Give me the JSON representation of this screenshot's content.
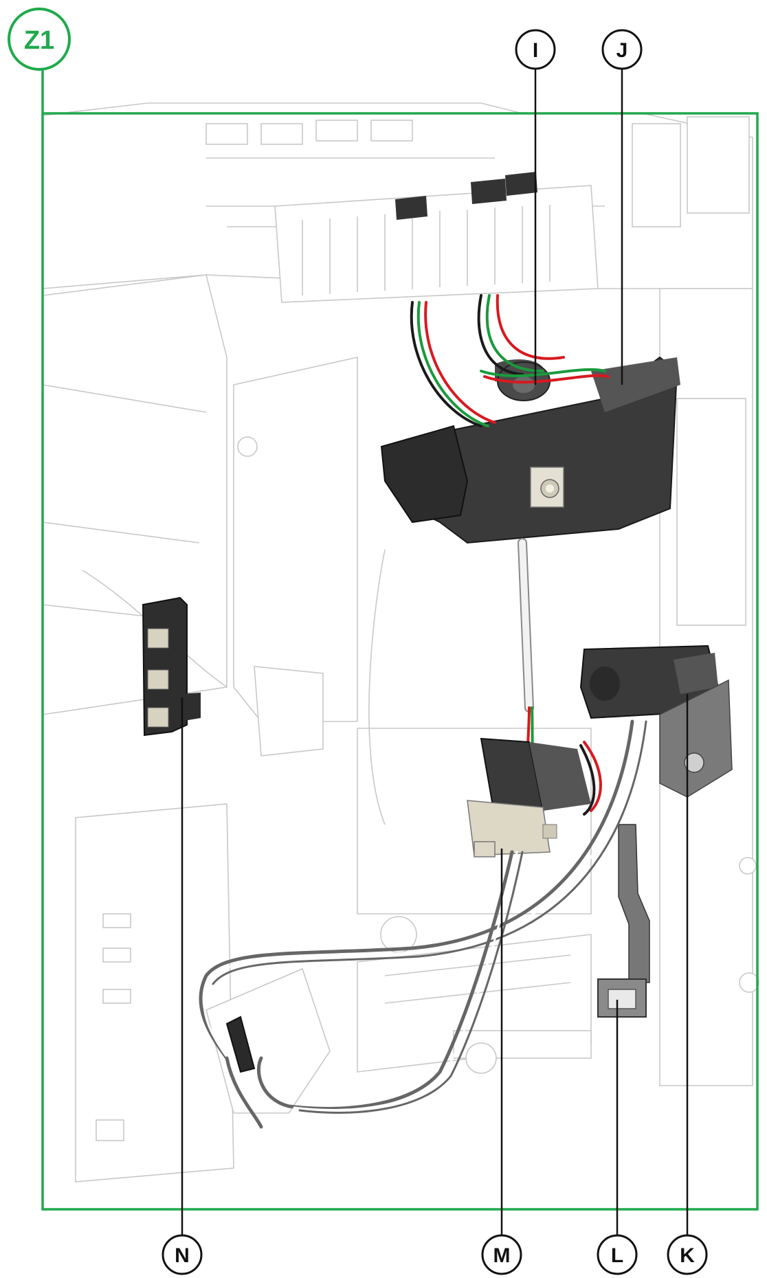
{
  "zone": {
    "label": "Z1",
    "color": "#1faa4b"
  },
  "callouts": [
    {
      "id": "I",
      "label": "I"
    },
    {
      "id": "J",
      "label": "J"
    },
    {
      "id": "K",
      "label": "K"
    },
    {
      "id": "L",
      "label": "L"
    },
    {
      "id": "M",
      "label": "M"
    },
    {
      "id": "N",
      "label": "N"
    }
  ],
  "colors": {
    "frame": "#1faa4b",
    "component_dark": "#3a3a3a",
    "component_mid": "#5a5a5a",
    "component_light": "#d9d4c5",
    "wire_red": "#d71920",
    "wire_green": "#1a9a3c",
    "wire_black": "#1a1a1a",
    "wire_white": "#ffffff",
    "drawing_line": "#c8c8c8"
  }
}
